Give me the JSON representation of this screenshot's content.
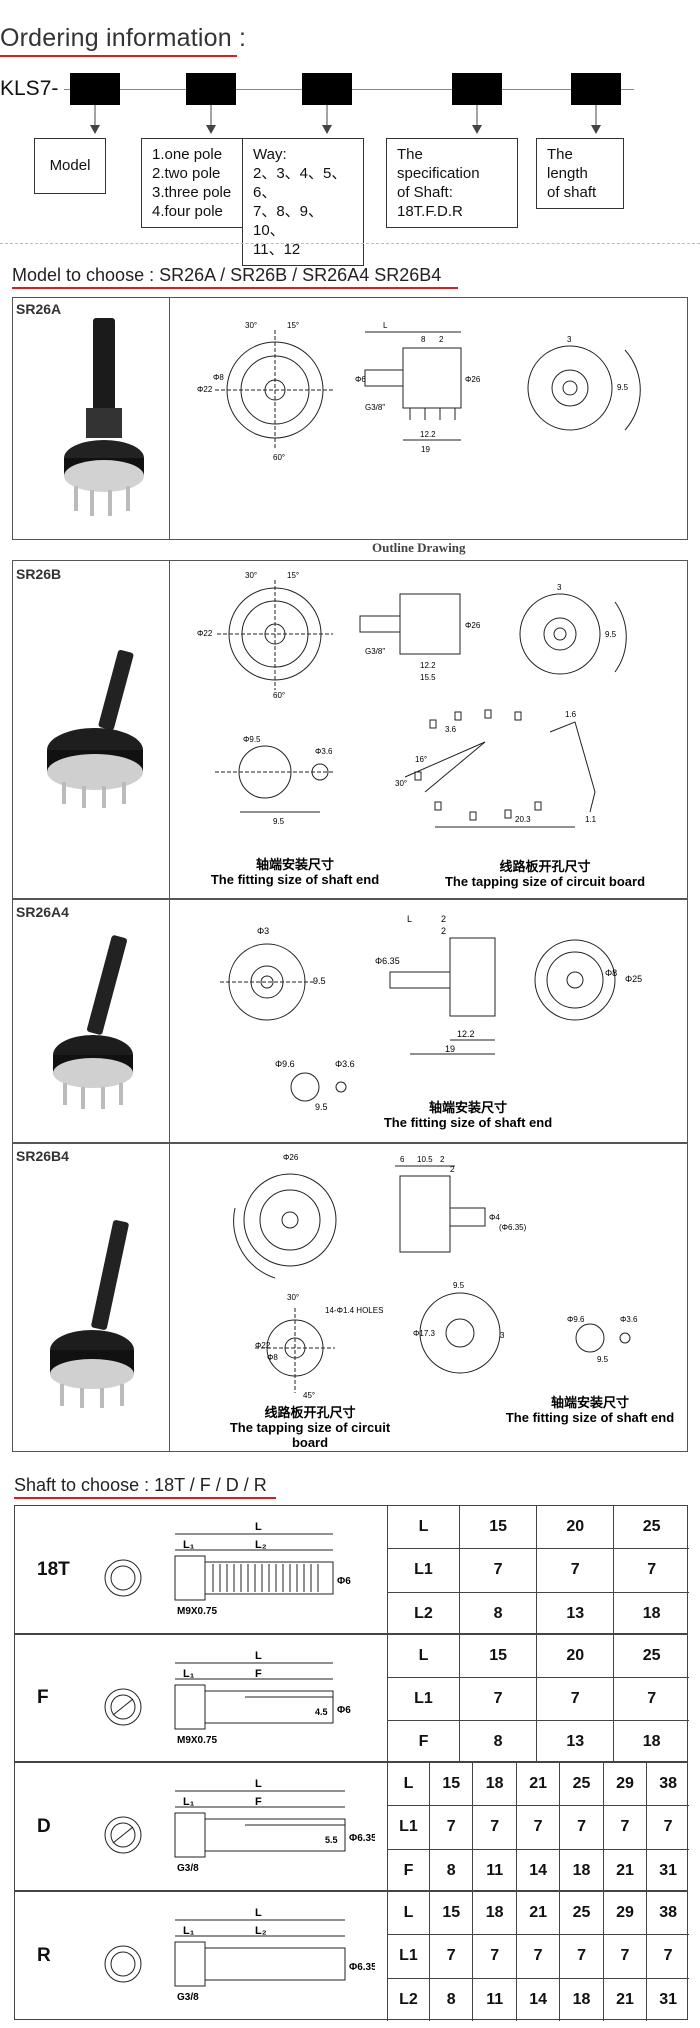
{
  "ordering": {
    "title": "Ordering information :",
    "prefix": "KLS7-",
    "boxes": [
      {
        "lines": [
          "Model"
        ]
      },
      {
        "lines": [
          "1.one pole",
          "2.two pole",
          "3.three pole",
          "4.four pole"
        ]
      },
      {
        "lines": [
          "Way:",
          "2、3、4、5、6、",
          "7、8、9、10、",
          "11、12"
        ]
      },
      {
        "lines": [
          "The specification",
          "of Shaft:",
          "18T.F.D.R"
        ]
      },
      {
        "lines": [
          "The length",
          "of shaft"
        ]
      }
    ]
  },
  "models": {
    "title": "Model to choose : SR26A / SR26B / SR26A4 SR26B4",
    "outline_label": "Outline Drawing",
    "items": [
      {
        "name": "SR26A"
      },
      {
        "name": "SR26B",
        "captions": [
          {
            "cn": "轴端安装尺寸",
            "en": "The fitting size of shaft end"
          },
          {
            "cn": "线路板开孔尺寸",
            "en": "The tapping size of circuit board"
          }
        ]
      },
      {
        "name": "SR26A4",
        "captions": [
          {
            "cn": "轴端安装尺寸",
            "en": "The fitting size of shaft end"
          }
        ]
      },
      {
        "name": "SR26B4",
        "captions": [
          {
            "cn": "线路板开孔尺寸",
            "en": "The tapping size of circuit board"
          },
          {
            "cn": "轴端安装尺寸",
            "en": "The fitting size of shaft end"
          }
        ]
      }
    ],
    "dims": {
      "sr26a": [
        "30°",
        "15°",
        "L",
        "8",
        "2",
        "Φ22",
        "Φ8",
        "60°",
        "G3/8\"",
        "Φ6",
        "Φ26",
        "12.2",
        "19",
        "3",
        "9.5"
      ],
      "sr26b": [
        "30°",
        "15°",
        "Φ22",
        "60°",
        "Φ26",
        "G3/8\"",
        "12.2",
        "15.5",
        "3",
        "9.5",
        "Φ9.5",
        "Φ3.6",
        "9.5",
        "16°",
        "30°",
        "3.6",
        "20.3",
        "1.1",
        "1.6"
      ],
      "sr26a4": [
        "Φ3",
        "9.5",
        "L",
        "2",
        "2",
        "Φ6.35",
        "Φ25",
        "Φ8",
        "12.2",
        "19",
        "Φ9.6",
        "Φ3.6",
        "9.5"
      ],
      "sr26b4": [
        "Φ26",
        "6",
        "10.5",
        "2",
        "2",
        "Φ4",
        "(Φ6.35)",
        "30°",
        "14-Φ1.4 HOLES",
        "Φ22",
        "Φ8",
        "45°",
        "9.5",
        "Φ17.3",
        "3",
        "Φ9.6",
        "Φ3.6",
        "9.5"
      ]
    }
  },
  "shafts": {
    "title": "Shaft to choose : 18T / F / D / R",
    "items": [
      {
        "name": "18T",
        "labels": {
          "L": "L",
          "L1": "L₁",
          "L2": "L₂",
          "dia": "Φ6",
          "thread": "M9X0.75"
        },
        "rows": [
          [
            "L",
            "15",
            "20",
            "25"
          ],
          [
            "L1",
            "7",
            "7",
            "7"
          ],
          [
            "L2",
            "8",
            "13",
            "18"
          ]
        ]
      },
      {
        "name": "F",
        "labels": {
          "L": "L",
          "L1": "L₁",
          "L2": "F",
          "dia": "Φ6",
          "flat": "4.5",
          "thread": "M9X0.75"
        },
        "rows": [
          [
            "L",
            "15",
            "20",
            "25"
          ],
          [
            "L1",
            "7",
            "7",
            "7"
          ],
          [
            "F",
            "8",
            "13",
            "18"
          ]
        ]
      },
      {
        "name": "D",
        "labels": {
          "L": "L",
          "L1": "L₁",
          "L2": "F",
          "dia": "Φ6.35",
          "flat": "5.5",
          "thread": "G3/8"
        },
        "rows": [
          [
            "L",
            "15",
            "18",
            "21",
            "25",
            "29",
            "38"
          ],
          [
            "L1",
            "7",
            "7",
            "7",
            "7",
            "7",
            "7"
          ],
          [
            "F",
            "8",
            "11",
            "14",
            "18",
            "21",
            "31"
          ]
        ]
      },
      {
        "name": "R",
        "labels": {
          "L": "L",
          "L1": "L₁",
          "L2": "L₂",
          "dia": "Φ6.35",
          "thread": "G3/8"
        },
        "rows": [
          [
            "L",
            "15",
            "18",
            "21",
            "25",
            "29",
            "38"
          ],
          [
            "L1",
            "7",
            "7",
            "7",
            "7",
            "7",
            "7"
          ],
          [
            "L2",
            "8",
            "11",
            "14",
            "18",
            "21",
            "31"
          ]
        ]
      }
    ]
  }
}
